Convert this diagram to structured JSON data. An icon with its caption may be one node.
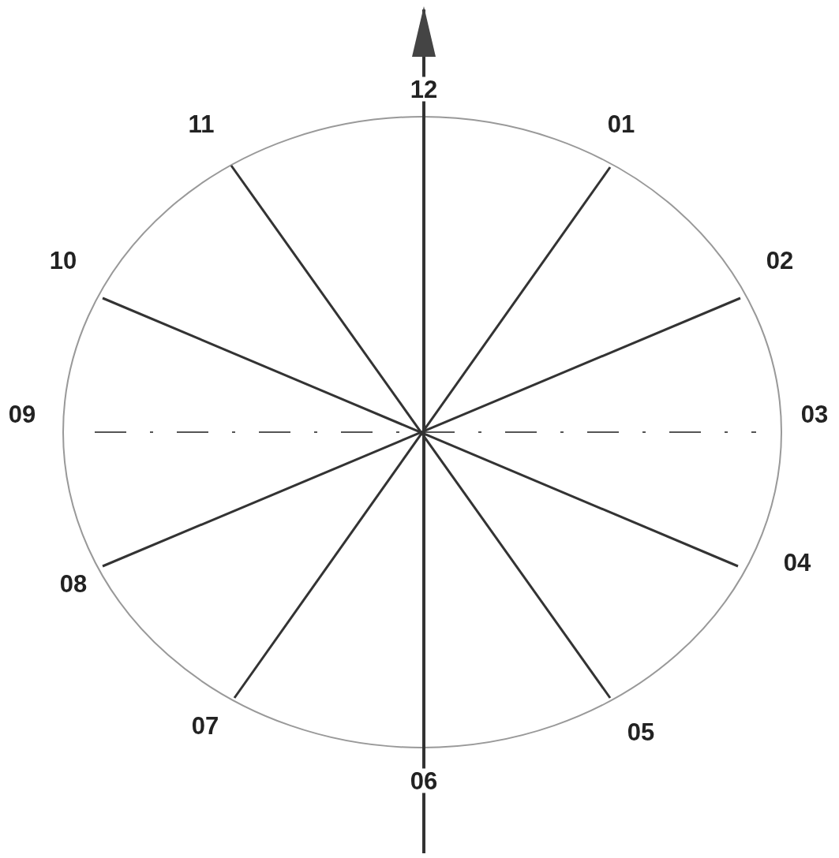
{
  "diagram": {
    "labels": [
      "12",
      "11",
      "01",
      "10",
      "02",
      "09",
      "03",
      "08",
      "04",
      "07",
      "05",
      "06"
    ]
  }
}
